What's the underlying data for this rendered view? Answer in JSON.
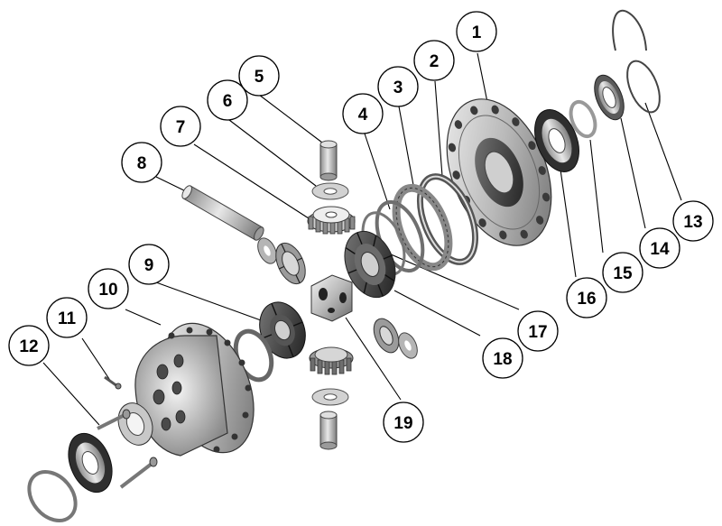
{
  "diagram": {
    "callouts": [
      {
        "id": "1",
        "label": "1"
      },
      {
        "id": "2",
        "label": "2"
      },
      {
        "id": "3",
        "label": "3"
      },
      {
        "id": "4",
        "label": "4"
      },
      {
        "id": "5",
        "label": "5"
      },
      {
        "id": "6",
        "label": "6"
      },
      {
        "id": "7",
        "label": "7"
      },
      {
        "id": "8",
        "label": "8"
      },
      {
        "id": "9",
        "label": "9"
      },
      {
        "id": "10",
        "label": "10"
      },
      {
        "id": "11",
        "label": "11"
      },
      {
        "id": "12",
        "label": "12"
      },
      {
        "id": "13",
        "label": "13"
      },
      {
        "id": "14",
        "label": "14"
      },
      {
        "id": "15",
        "label": "15"
      },
      {
        "id": "16",
        "label": "16"
      },
      {
        "id": "17",
        "label": "17"
      },
      {
        "id": "18",
        "label": "18"
      },
      {
        "id": "19",
        "label": "19"
      }
    ],
    "colors": {
      "metal_light": "#d6d6d6",
      "metal_mid": "#a8a8a8",
      "metal_dark": "#5e5e5e",
      "ink": "#000000"
    }
  }
}
